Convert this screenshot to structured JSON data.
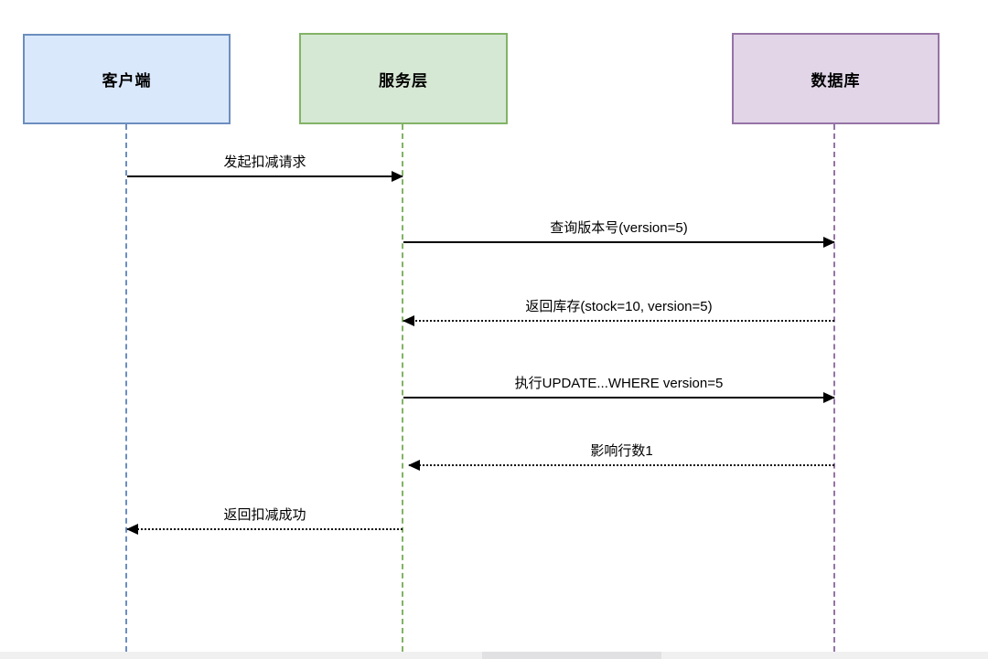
{
  "diagram": {
    "type": "sequence-diagram",
    "background": "#ffffff",
    "arrow_color": "#000000",
    "participants": [
      {
        "label": "客户端",
        "fill": "#dae8fc",
        "border": "#6c8ebf"
      },
      {
        "label": "服务层",
        "fill": "#d5e8d4",
        "border": "#82b366"
      },
      {
        "label": "数据库",
        "fill": "#e1d5e7",
        "border": "#9673a6"
      }
    ],
    "messages": [
      {
        "label": "发起扣减请求",
        "from": "客户端",
        "to": "服务层",
        "line": "solid",
        "direction": "right"
      },
      {
        "label": "查询版本号(version=5)",
        "from": "服务层",
        "to": "数据库",
        "line": "solid",
        "direction": "right"
      },
      {
        "label": "返回库存(stock=10, version=5)",
        "from": "数据库",
        "to": "服务层",
        "line": "dotted",
        "direction": "left"
      },
      {
        "label": "执行UPDATE...WHERE version=5",
        "from": "服务层",
        "to": "数据库",
        "line": "solid",
        "direction": "right"
      },
      {
        "label": "影响行数1",
        "from": "数据库",
        "to": "服务层",
        "line": "dotted",
        "direction": "left"
      },
      {
        "label": "返回扣减成功",
        "from": "服务层",
        "to": "客户端",
        "line": "dotted",
        "direction": "left"
      }
    ]
  }
}
